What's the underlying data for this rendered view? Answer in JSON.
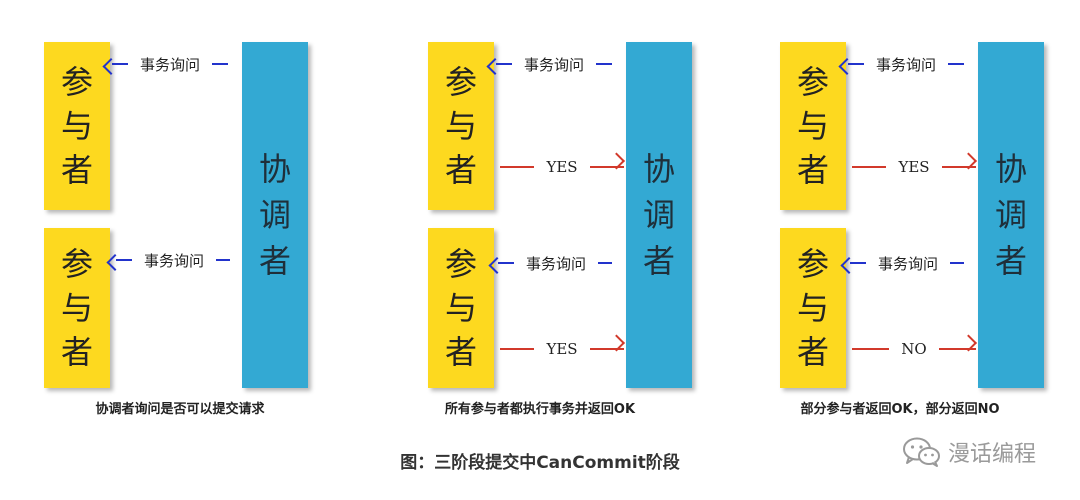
{
  "labels": {
    "participant": [
      "参",
      "与",
      "者"
    ],
    "coordinator": [
      "协",
      "调",
      "者"
    ],
    "inquiry": "事务询问",
    "yes": "YES",
    "no": "NO"
  },
  "panels": [
    {
      "caption": "协调者询问是否可以提交请求"
    },
    {
      "caption": "所有参与者都执行事务并返回OK"
    },
    {
      "caption": "部分参与者返回OK，部分返回NO"
    }
  ],
  "main_caption": "图：三阶段提交中CanCommit阶段",
  "watermark": "漫话编程",
  "colors": {
    "participant": "#fdd91f",
    "coordinator": "#33a9d3",
    "inquiry_arrow": "#2233cc",
    "response_arrow": "#d2392b"
  }
}
